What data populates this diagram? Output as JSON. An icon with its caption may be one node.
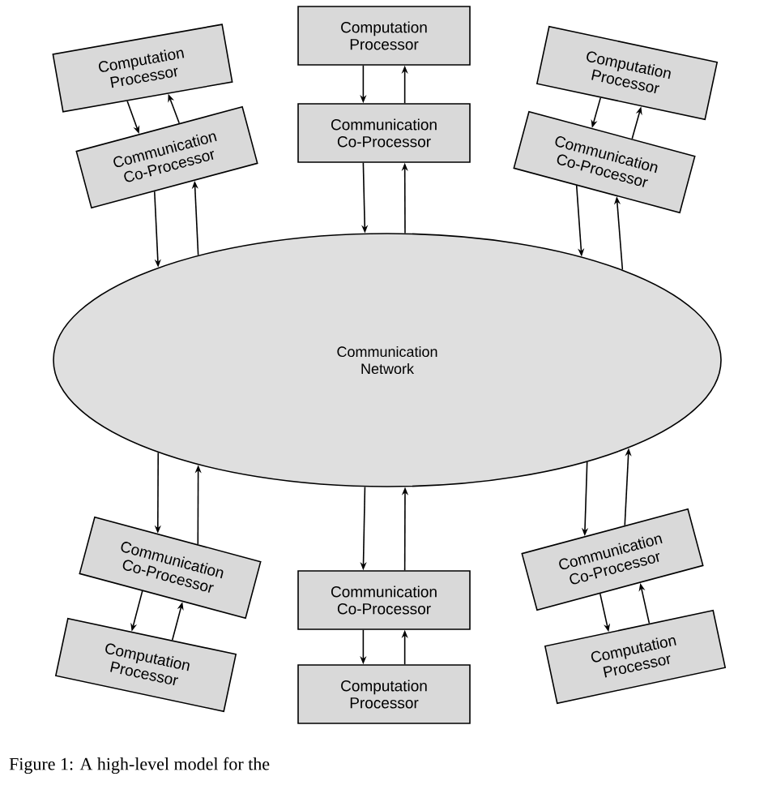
{
  "diagram": {
    "caption": "Figure 1: A high-level model for the",
    "nodes": [
      {
        "text": [
          "Communication Network"
        ]
      },
      {
        "text": [
          "Computation Processor"
        ]
      },
      {
        "text": [
          "Communication Co-Processor"
        ]
      },
      {
        "text": [
          "Computation Processor"
        ]
      },
      {
        "text": [
          "Communication Co-Processor"
        ]
      },
      {
        "text": [
          "Computation Processor"
        ]
      },
      {
        "text": [
          "Communication Co-Processor"
        ]
      },
      {
        "text": [
          "Communication Co-Processor"
        ]
      },
      {
        "text": [
          "Computation Processor"
        ]
      },
      {
        "text": [
          "Communication Co-Processor"
        ]
      },
      {
        "text": [
          "Computation Processor"
        ]
      },
      {
        "text": [
          "Communication Co-Processor"
        ]
      },
      {
        "text": [
          "Computation Processor"
        ]
      }
    ],
    "edges": [
      {
        "from": 1,
        "to": 2,
        "arrow": "to"
      },
      {
        "from": 2,
        "to": 1,
        "arrow": "to"
      },
      {
        "from": 2,
        "to": 0,
        "arrow": "to"
      },
      {
        "from": 0,
        "to": 2,
        "arrow": "to"
      },
      {
        "from": 3,
        "to": 4,
        "arrow": "to"
      },
      {
        "from": 4,
        "to": 3,
        "arrow": "to"
      },
      {
        "from": 4,
        "to": 0,
        "arrow": "to"
      },
      {
        "from": 0,
        "to": 4,
        "arrow": "to"
      },
      {
        "from": 5,
        "to": 6,
        "arrow": "to"
      },
      {
        "from": 6,
        "to": 5,
        "arrow": "to"
      },
      {
        "from": 6,
        "to": 0,
        "arrow": "to"
      },
      {
        "from": 0,
        "to": 6,
        "arrow": "to"
      },
      {
        "from": 0,
        "to": 7,
        "arrow": "to"
      },
      {
        "from": 7,
        "to": 0,
        "arrow": "to"
      },
      {
        "from": 7,
        "to": 8,
        "arrow": "to"
      },
      {
        "from": 8,
        "to": 7,
        "arrow": "to"
      },
      {
        "from": 0,
        "to": 9,
        "arrow": "to"
      },
      {
        "from": 9,
        "to": 0,
        "arrow": "to"
      },
      {
        "from": 9,
        "to": 10,
        "arrow": "to"
      },
      {
        "from": 10,
        "to": 9,
        "arrow": "to"
      },
      {
        "from": 0,
        "to": 11,
        "arrow": "to"
      },
      {
        "from": 11,
        "to": 0,
        "arrow": "to"
      },
      {
        "from": 11,
        "to": 12,
        "arrow": "to"
      },
      {
        "from": 12,
        "to": 11,
        "arrow": "to"
      }
    ]
  }
}
